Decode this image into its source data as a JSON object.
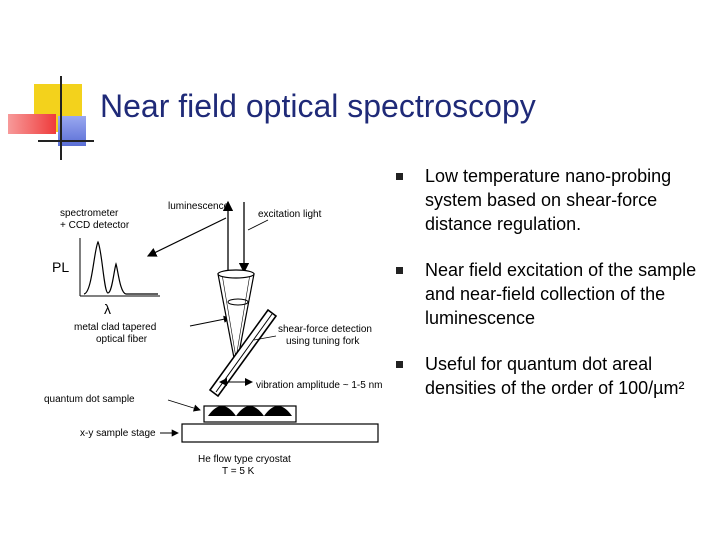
{
  "slide": {
    "title": "Near field optical spectroscopy",
    "bullets": [
      {
        "text": "Low temperature nano-probing system based on shear-force distance regulation."
      },
      {
        "text": "Near field excitation of the sample and near-field collection of the luminescence"
      },
      {
        "text": "Useful for quantum dot areal densities of the order of 100/µm²"
      }
    ]
  },
  "diagram": {
    "labels": {
      "luminescence": "luminescence",
      "excitation": "excitation light",
      "spectrometer": "spectrometer",
      "ccd": "+ CCD  detector",
      "pl": "PL",
      "lambda": "λ",
      "fiber_1": "metal clad tapered",
      "fiber_2": "optical fiber",
      "shear_1": "shear-force detection",
      "shear_2": "using tuning fork",
      "vibration": "vibration amplitude ~ 1-5 nm",
      "qd_sample": "quantum dot sample",
      "stage": "x-y sample stage",
      "cryostat": "He flow type cryostat",
      "temperature": "T = 5 K"
    }
  },
  "colors": {
    "title": "#1f2a78",
    "deco_yellow": "#f3d21c",
    "deco_red": "#ef3b3b",
    "deco_blue": "#5b6fd6"
  }
}
